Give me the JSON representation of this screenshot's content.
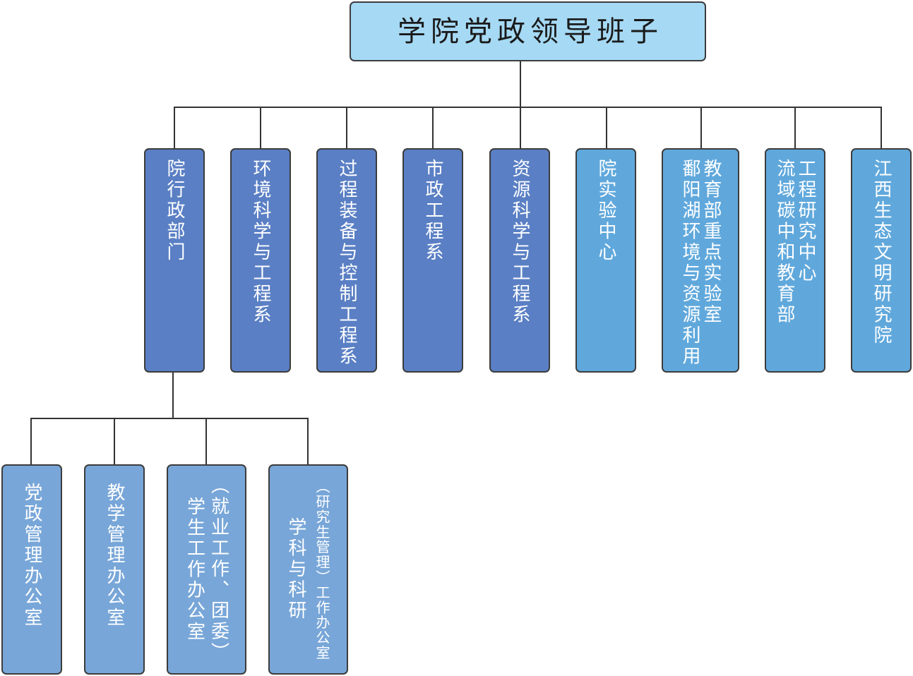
{
  "org": {
    "lines": [
      "学院党政领导班子"
    ],
    "children": [
      {
        "lines": [
          "院行政部门"
        ],
        "children": [
          {
            "lines": [
              "党政管理办公室"
            ]
          },
          {
            "lines": [
              "教学管理办公室"
            ]
          },
          {
            "lines": [
              "学生工作办公室",
              "（就业工作、团委）"
            ]
          },
          {
            "lines": [
              "学科与科研",
              "（研究生管理）工作办公室"
            ]
          }
        ]
      },
      {
        "lines": [
          "环境科学与工程系"
        ]
      },
      {
        "lines": [
          "过程装备与控制工程系"
        ]
      },
      {
        "lines": [
          "市政工程系"
        ]
      },
      {
        "lines": [
          "资源科学与工程系"
        ]
      },
      {
        "lines": [
          "院实验中心"
        ]
      },
      {
        "lines": [
          "鄱阳湖环境与资源利用",
          "教育部重点实验室"
        ]
      },
      {
        "lines": [
          "流域碳中和教育部",
          "工程研究中心"
        ]
      },
      {
        "lines": [
          "江西生态文明研究院"
        ]
      }
    ]
  },
  "colors": {
    "root_fill": "#a6d9f4",
    "department_fill": "#5a7fc4",
    "center_fill": "#60a8dc",
    "office_fill": "#78a6d8",
    "border": "#3c3c3c",
    "connector": "#333333",
    "root_text": "#1a1a1a",
    "node_text": "#ffffff"
  }
}
